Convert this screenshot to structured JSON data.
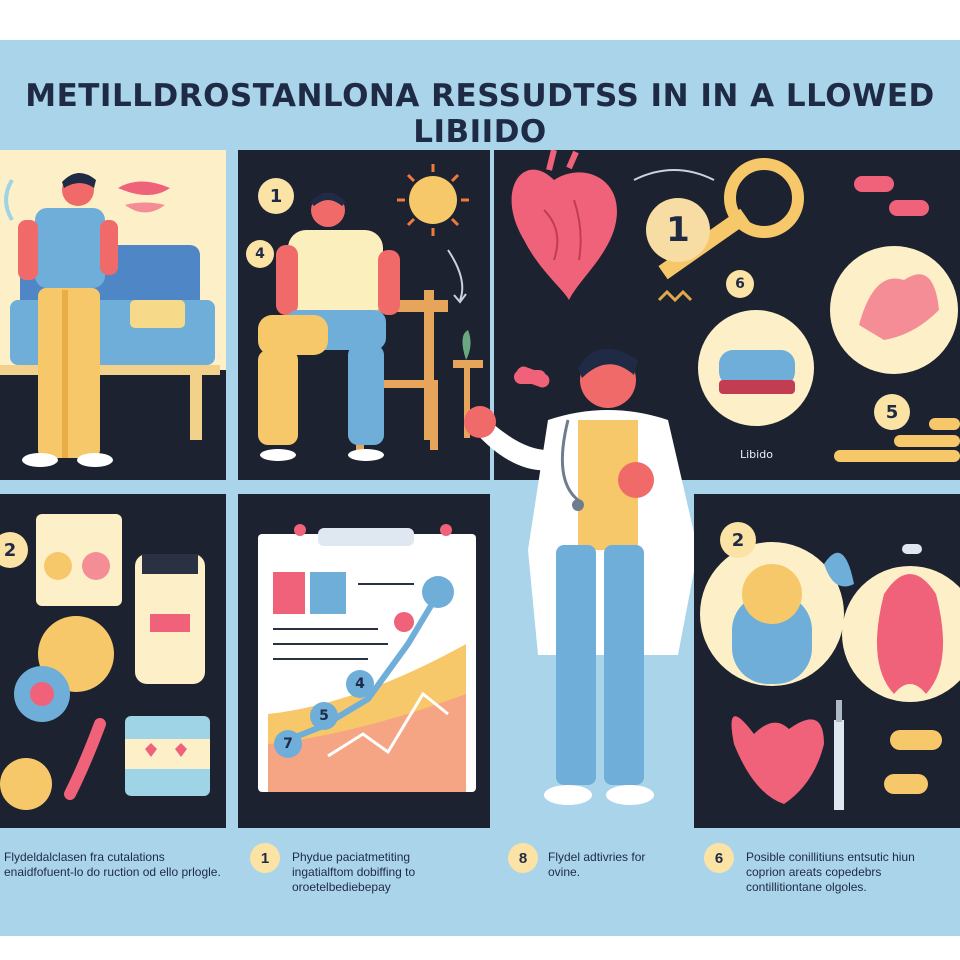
{
  "title": "METILLDROSTANLONA RESSUDTSS IN IN A LLOWED LIBIIDO",
  "badges": {
    "p2_top": "1",
    "p2_small": "4",
    "p3_big": "1",
    "p3_six": "6",
    "p3_five": "5",
    "p4_two": "2",
    "p6_two": "2"
  },
  "chart_steps": [
    "4",
    "5",
    "7"
  ],
  "libido_label": "Libido",
  "captions": [
    {
      "num": "",
      "text": "Flydeldalclasen fra cutalations enaidfofuent-lo do ruction od ello prlogle."
    },
    {
      "num": "1",
      "text": "Phydue paciatmetiting ingatialftom dobiffing to oroetelbediebepay"
    },
    {
      "num": "8",
      "text": "Flydel adtivries for ovine."
    },
    {
      "num": "6",
      "text": "Posible conillitiuns entsutic hiun coprion areats copedebrs contillitiontane olgoles."
    }
  ],
  "colors": {
    "frame": "#a9d4ea",
    "dark_panel": "#1c2230",
    "accent_red": "#f0627a",
    "accent_yellow": "#f7c86a",
    "shirt_blue": "#6eaed8"
  }
}
